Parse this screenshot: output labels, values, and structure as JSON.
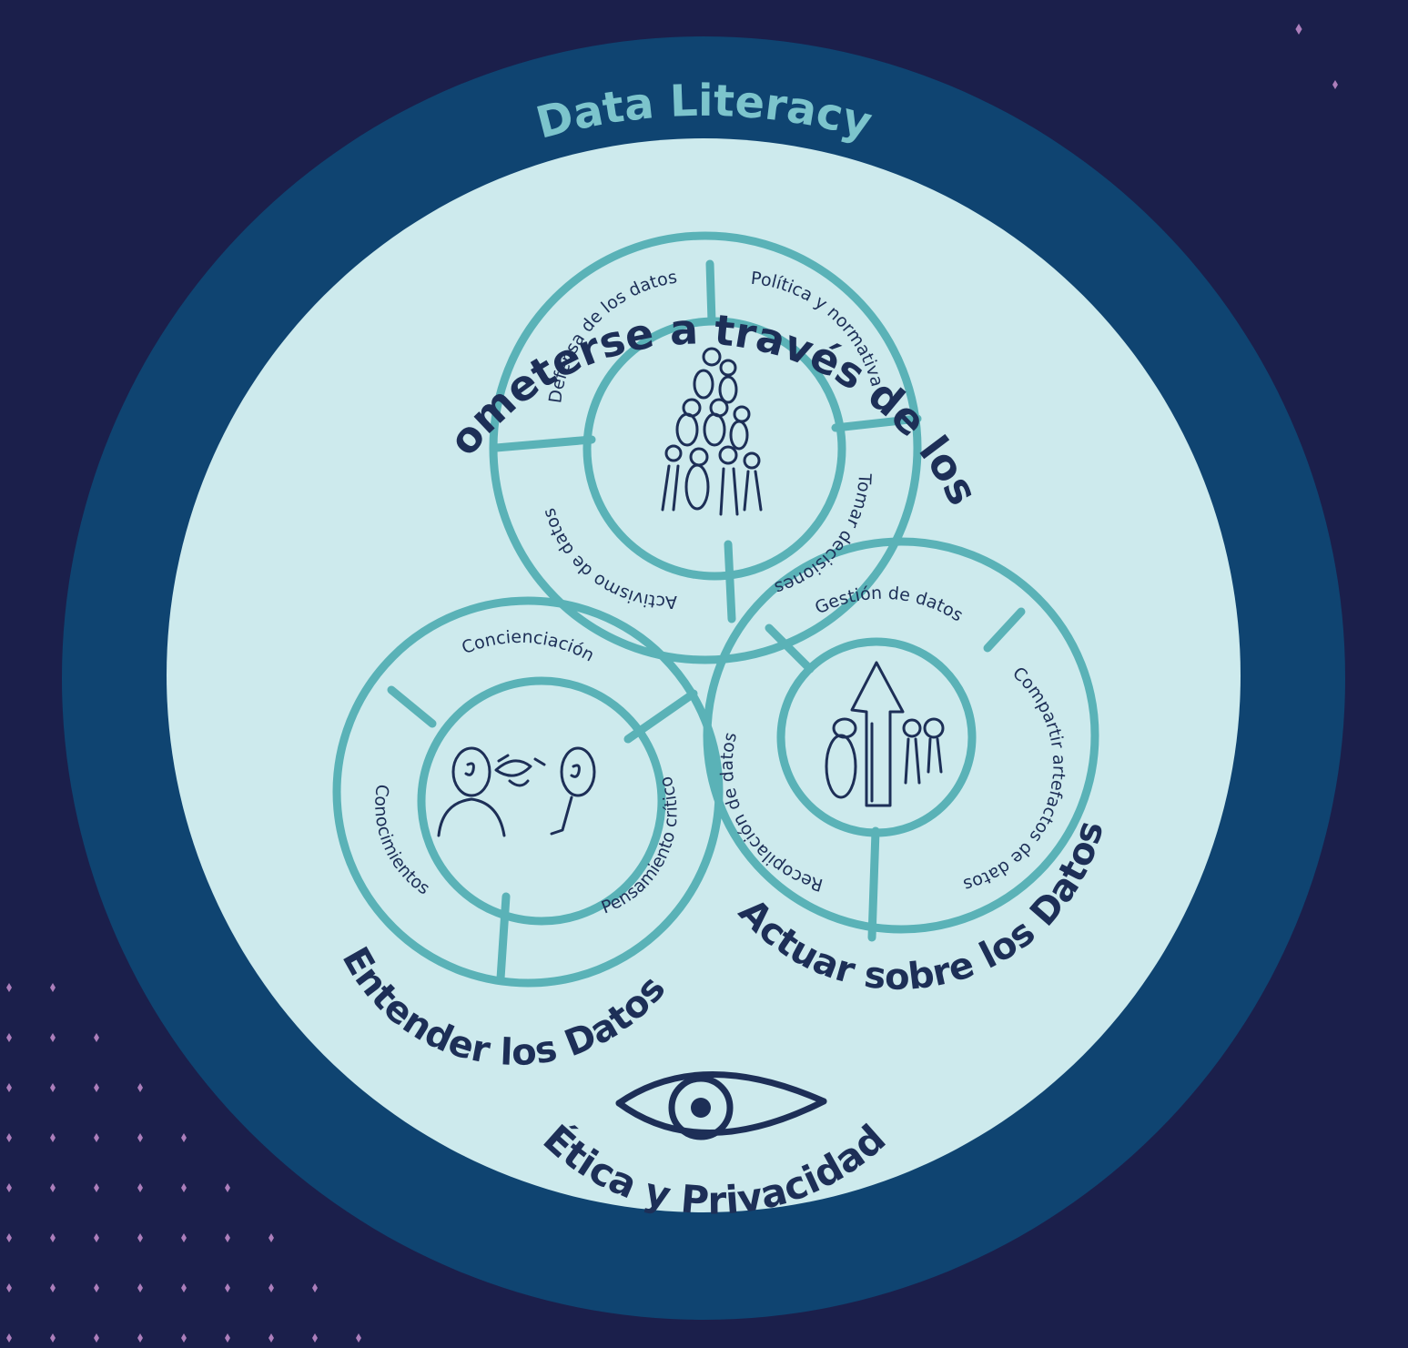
{
  "title": "Data Literacy",
  "footer_label": "Ética y Privacidad",
  "colors": {
    "background": "#1b1f4b",
    "outer_ring": "#0f4471",
    "inner_fill": "#cdeaed",
    "teal": "#5ab2b7",
    "navy_text": "#1d2f57",
    "accent_dots": "#c58fcf"
  },
  "circles": {
    "engage": {
      "label": "Comprometerse a través de los Datos",
      "icon": "group-of-people-icon",
      "segments": [
        "Defensa de los datos",
        "Política y normativa",
        "Tomar decisiones",
        "Activismo de datos"
      ]
    },
    "understand": {
      "label": "Entender los Datos",
      "icon": "two-people-exchanging-icon",
      "segments": [
        "Concienciación",
        "Conocimientos",
        "Pensamiento crítico"
      ]
    },
    "act": {
      "label": "Actuar sobre los Datos",
      "icon": "people-with-arrow-icon",
      "segments": [
        "Gestión de datos",
        "Compartir artefactos de datos",
        "Recopilación de datos"
      ]
    }
  },
  "icons": [
    "eye-icon",
    "group-of-people-icon",
    "two-people-exchanging-icon",
    "people-with-arrow-icon"
  ]
}
